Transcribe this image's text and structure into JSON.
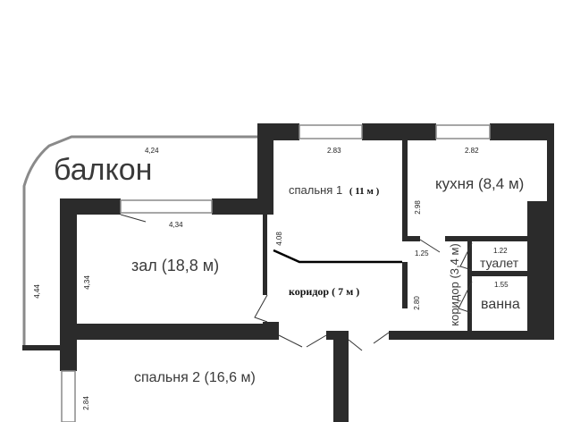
{
  "rooms": {
    "balcony": "балкон",
    "hall": "зал (18,8 м)",
    "bedroom1_name": "спальня 1",
    "bedroom1_area": "( 11 м )",
    "kitchen": "кухня (8,4 м)",
    "corridor": "коридор ( 7 м )",
    "corridor2": "коридор (3,4 м)",
    "toilet": "туалет",
    "bath": "ванна",
    "bedroom2": "спальня 2 (16,6 м)"
  },
  "dimensions": {
    "balcony_width": "4,24",
    "balcony_height": "4,44",
    "hall_width": "4,34",
    "hall_height": "4,34",
    "bedroom1_width": "2.83",
    "bedroom1_height": "4.08",
    "kitchen_width": "2.82",
    "kitchen_height": "2.98",
    "corridor2_width": "1.25",
    "corridor2_height": "2.80",
    "toilet_width": "1.22",
    "bath_width": "1.55",
    "bedroom2_height": "2.84"
  },
  "colors": {
    "wall": "#2b2b2b",
    "window": "#9a9a9a"
  }
}
